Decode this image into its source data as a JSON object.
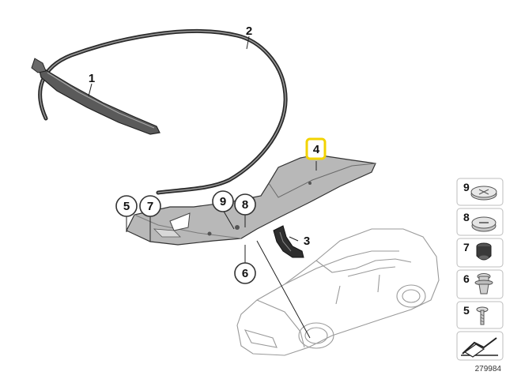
{
  "callouts": {
    "c1": "1",
    "c2": "2",
    "c3": "3",
    "c4": "4",
    "c5": "5",
    "c6": "6",
    "c7": "7",
    "c8": "8",
    "c9": "9"
  },
  "highlight_color": "#f2d300",
  "fastener_panel": {
    "items": [
      {
        "number": "9",
        "icon": "plug-cap-icon"
      },
      {
        "number": "8",
        "icon": "slotted-plug-icon"
      },
      {
        "number": "7",
        "icon": "rubber-grommet-icon"
      },
      {
        "number": "6",
        "icon": "expanding-clip-icon"
      },
      {
        "number": "5",
        "icon": "screw-icon"
      }
    ],
    "footer_icon": "arrow-direction-icon"
  },
  "diagram_id": "279984"
}
